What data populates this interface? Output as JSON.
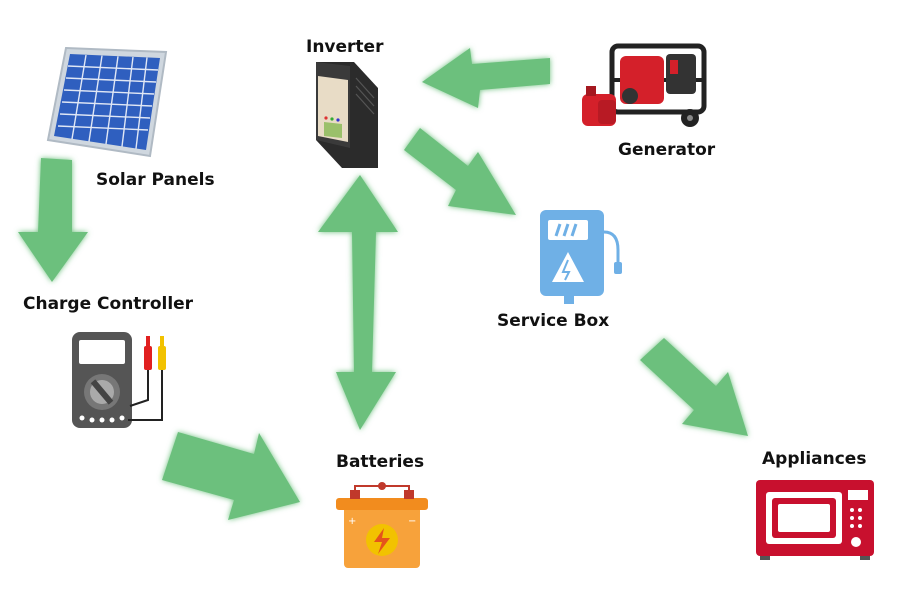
{
  "components": {
    "solar_panels": "Solar Panels",
    "inverter": "Inverter",
    "generator": "Generator",
    "charge_controller": "Charge Controller",
    "service_box": "Service Box",
    "batteries": "Batteries",
    "appliances": "Appliances"
  },
  "flows": [
    {
      "from": "solar_panels",
      "to": "charge_controller"
    },
    {
      "from": "charge_controller",
      "to": "batteries"
    },
    {
      "from": "batteries",
      "to": "inverter",
      "bidirectional": true
    },
    {
      "from": "generator",
      "to": "inverter"
    },
    {
      "from": "inverter",
      "to": "service_box"
    },
    {
      "from": "service_box",
      "to": "appliances"
    }
  ],
  "colors": {
    "arrow": "#6cc07d",
    "panel_blue": "#2f5fbf",
    "inverter_body": "#3a3a3a",
    "generator_red": "#d4202a",
    "service_box_blue": "#6fb0e6",
    "battery_orange": "#f7a23b",
    "microwave_red": "#c8102e",
    "multimeter_gray": "#555555"
  }
}
